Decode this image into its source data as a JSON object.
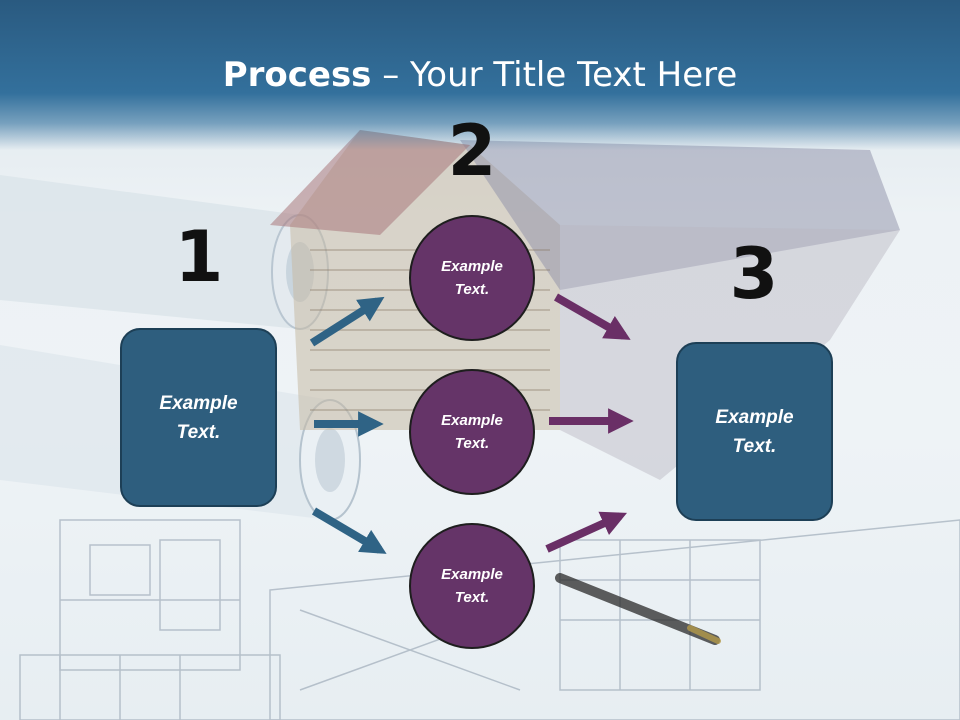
{
  "title": {
    "bold": "Process",
    "rest": " – Your Title Text Here"
  },
  "steps": [
    "1",
    "2",
    "3"
  ],
  "left_box": "Example Text.",
  "circles": [
    "Example Text.",
    "Example Text.",
    "Example Text."
  ],
  "right_box": "Example Text.",
  "colors": {
    "title_bar": "#33709c",
    "box": "#2e5e7e",
    "circle": "#653468",
    "blue_arrow": "#2f6385",
    "purple_arrow": "#6a2f66"
  }
}
